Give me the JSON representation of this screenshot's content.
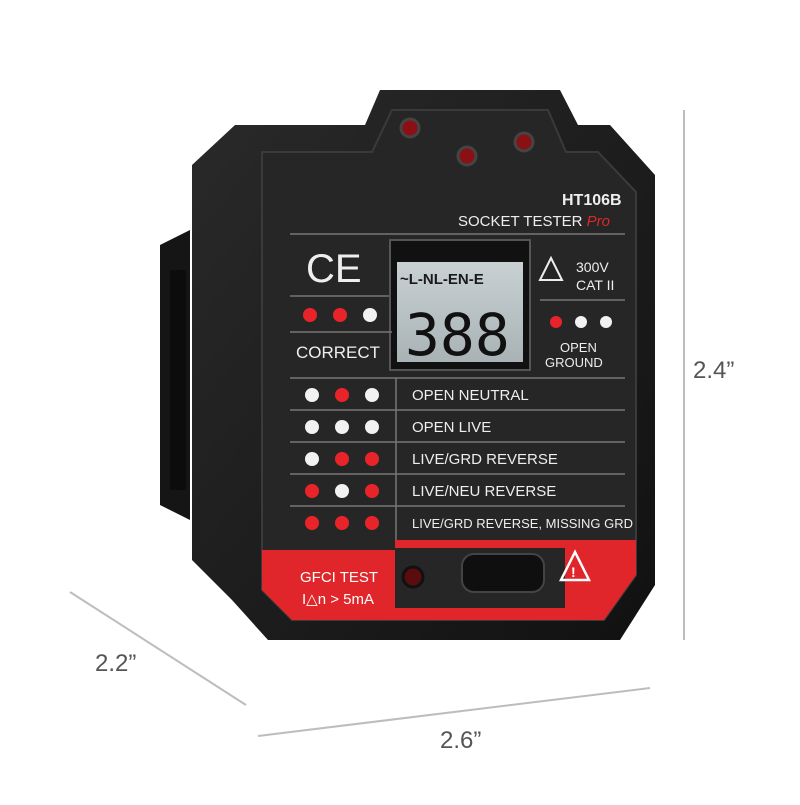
{
  "product": {
    "model": "HT106B",
    "name": "SOCKET TESTER",
    "name_suffix": "Pro",
    "ce_mark": "CE",
    "rating_line1": "300V",
    "rating_line2": "CAT II",
    "lcd_header": "~L-NL-EN-E",
    "lcd_digits": "388",
    "correct_label": "CORRECT",
    "open_ground_label1": "OPEN",
    "open_ground_label2": "GROUND",
    "gfci_line1": "GFCI TEST",
    "gfci_line2": "I△n > 5mA",
    "legend": [
      {
        "label": "OPEN NEUTRAL",
        "leds": [
          "white",
          "red",
          "white"
        ]
      },
      {
        "label": "OPEN LIVE",
        "leds": [
          "white",
          "white",
          "white"
        ]
      },
      {
        "label": "LIVE/GRD REVERSE",
        "leds": [
          "white",
          "red",
          "red"
        ]
      },
      {
        "label": "LIVE/NEU REVERSE",
        "leds": [
          "red",
          "white",
          "red"
        ]
      },
      {
        "label": "LIVE/GRD REVERSE, MISSING GRD",
        "leds": [
          "red",
          "red",
          "red"
        ]
      }
    ],
    "correct_leds": [
      "red",
      "red",
      "white"
    ],
    "open_ground_leds": [
      "red",
      "white",
      "white"
    ]
  },
  "dimensions": {
    "height": "2.4”",
    "depth": "2.2”",
    "width": "2.6”"
  },
  "colors": {
    "body": "#1a1a1a",
    "face": "#262626",
    "accent_red": "#e0262a",
    "led_red": "#e8242a",
    "led_white": "#f2f2f2",
    "lcd": "#bcc6c9"
  }
}
